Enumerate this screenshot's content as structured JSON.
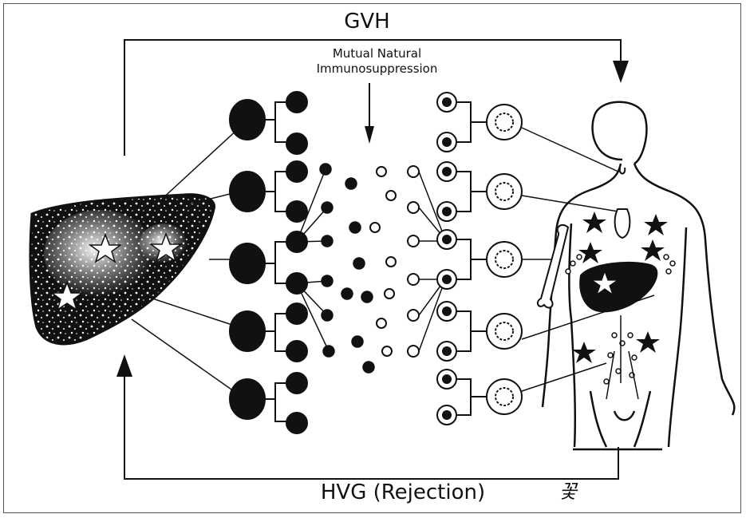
{
  "labels": {
    "gvh": "GVH",
    "hvg": "HVG (Rejection)",
    "mutual_line1": "Mutual Natural",
    "mutual_line2": "Immunosuppression",
    "signature": "꽃"
  },
  "colors": {
    "ink": "#111111",
    "background": "#ffffff"
  }
}
